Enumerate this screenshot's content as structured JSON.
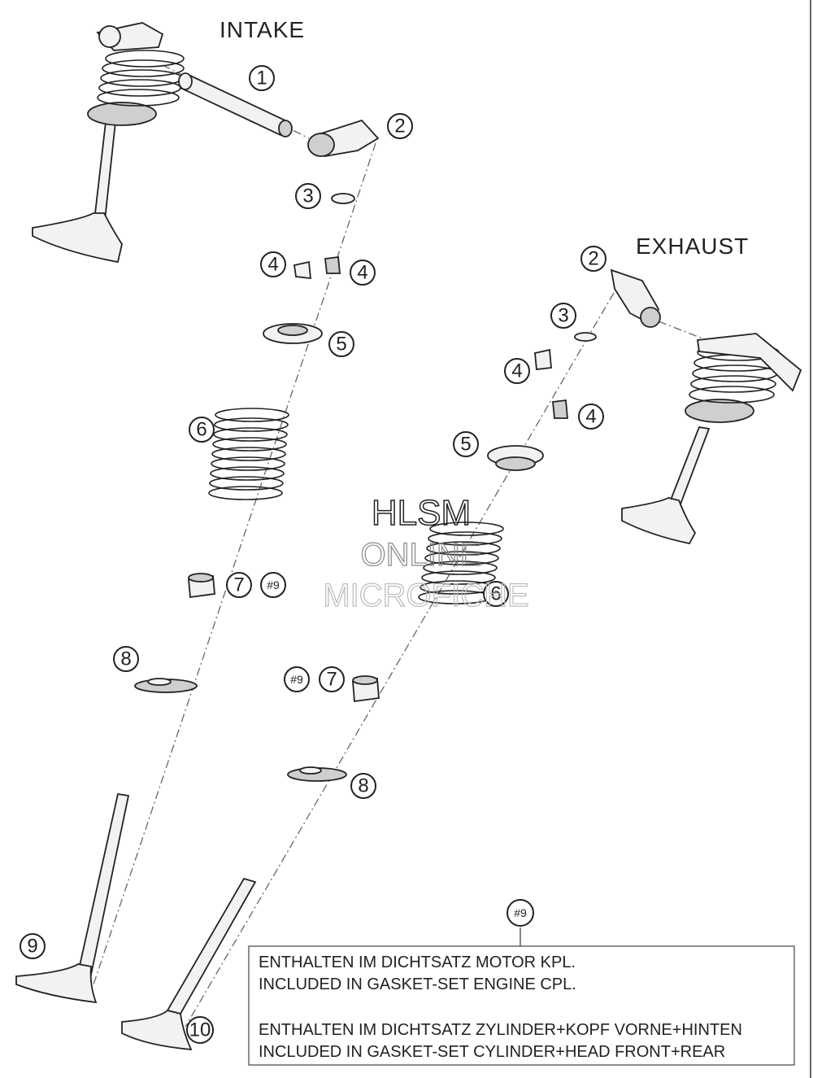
{
  "headings": {
    "intake": "INTAKE",
    "exhaust": "EXHAUST"
  },
  "watermark": {
    "line1": "HLSM",
    "line2": "ONLINE",
    "line3": "MICROFICHE"
  },
  "callouts": {
    "c1": "1",
    "c2": "2",
    "c3": "3",
    "c4": "4",
    "c5": "5",
    "c6": "6",
    "c7": "7",
    "c8": "8",
    "c9": "9",
    "c10": "10",
    "ref9": "#9"
  },
  "note": {
    "ref": "#9",
    "line1": "ENTHALTEN IM DICHTSATZ MOTOR KPL.",
    "line2": "INCLUDED IN GASKET-SET ENGINE CPL.",
    "line3": "ENTHALTEN IM DICHTSATZ ZYLINDER+KOPF VORNE+HINTEN",
    "line4": "INCLUDED IN GASKET-SET CYLINDER+HEAD FRONT+REAR"
  }
}
